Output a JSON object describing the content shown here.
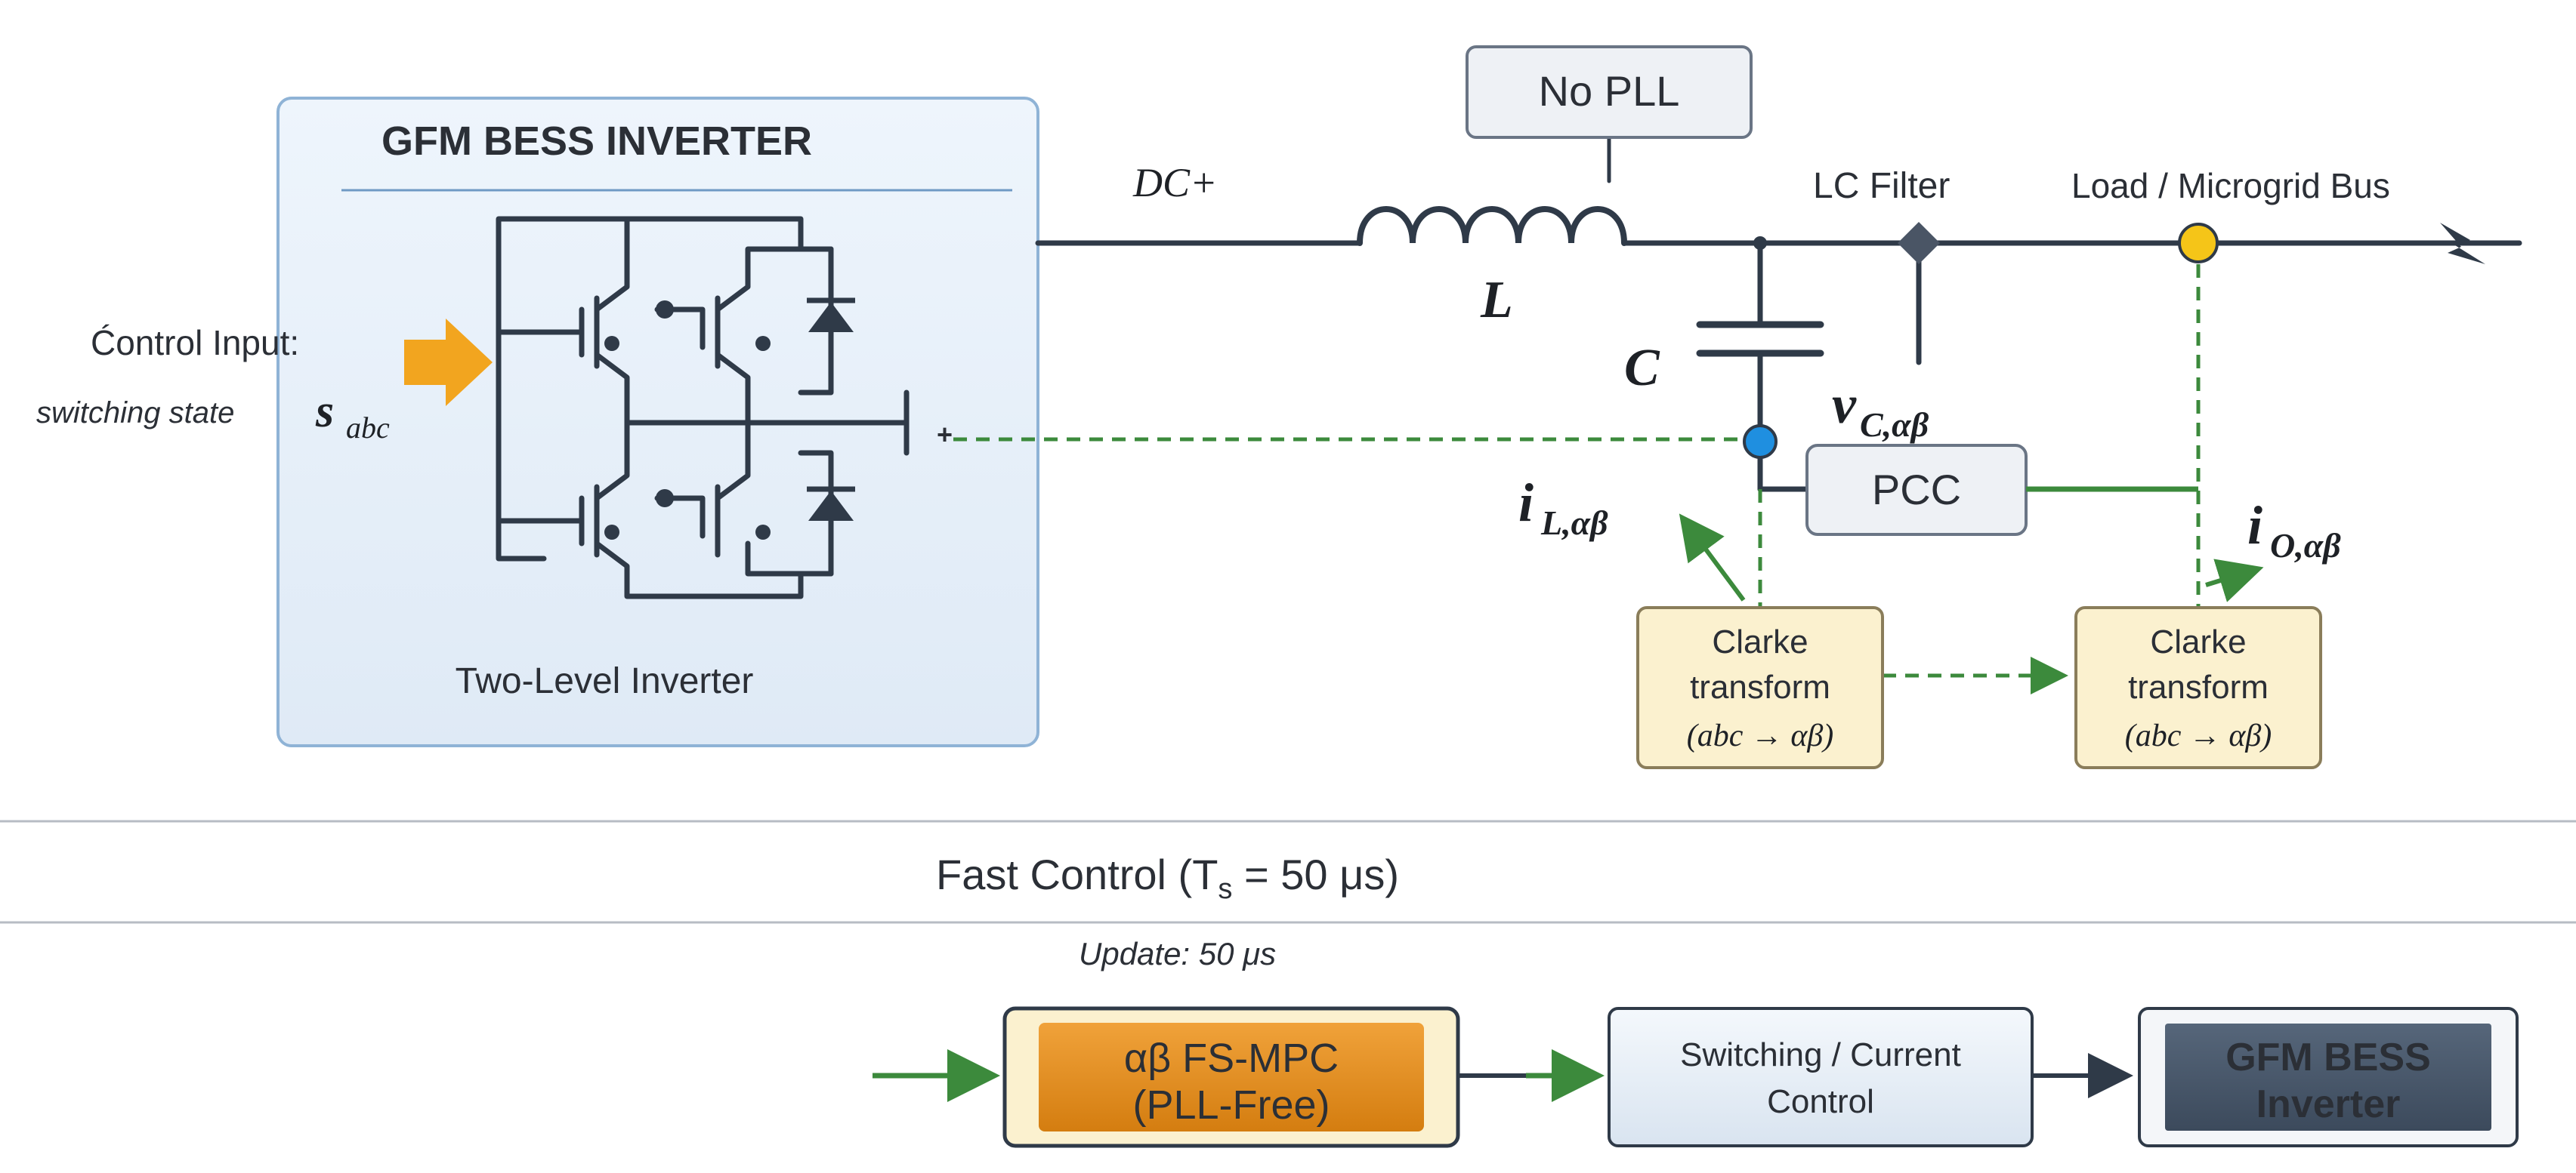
{
  "inverter_panel": {
    "title": "GFM BESS INVERTER",
    "caption": "Two-Level Inverter"
  },
  "control_input": {
    "label": "Ćontrol Input:",
    "desc": "switching state",
    "symbol": "s",
    "symbol_sub": "abc"
  },
  "circuit": {
    "dc_plus": "DC+",
    "inductor": "L",
    "capacitor": "C",
    "no_pll": "No PLL",
    "lc_filter": "LC Filter",
    "load_bus": "Load / Microgrid Bus",
    "vc_main": "v",
    "vc_sub": "C,αβ",
    "il_main": "i",
    "il_sub": "L,αβ",
    "io_main": "i",
    "io_sub": "O,αβ",
    "pcc": "PCC",
    "plus_sign": "+"
  },
  "clarke_blocks": [
    {
      "line1": "Clarke",
      "line2": "transform",
      "line3": "(abc → αβ)"
    },
    {
      "line1": "Clarke",
      "line2": "transform",
      "line3": "(abc → αβ)"
    }
  ],
  "fast_control": {
    "prefix": "Fast Control (T",
    "sub": "s",
    "suffix": " = 50 μs)",
    "update": "Update: 50 μs"
  },
  "pipeline": {
    "fsmpc_line1": "αβ FS-MPC",
    "fsmpc_line2": "(PLL-Free)",
    "switching_line1": "Switching / Current",
    "switching_line2": "Control",
    "gfm_line1": "GFM BESS",
    "gfm_line2": "Inverter"
  },
  "colors": {
    "panel_fill": "#e8f1fa",
    "panel_border": "#8fb3d6",
    "wire": "#2f3a48",
    "green": "#3c8a3c",
    "orange": "#f2a51f",
    "blue_node": "#1f8fe0",
    "yellow_node": "#f5c518",
    "clarke_fill": "#fbf1cf",
    "mpc_fill": "#e08a17",
    "gfm_fill": "#475467"
  }
}
